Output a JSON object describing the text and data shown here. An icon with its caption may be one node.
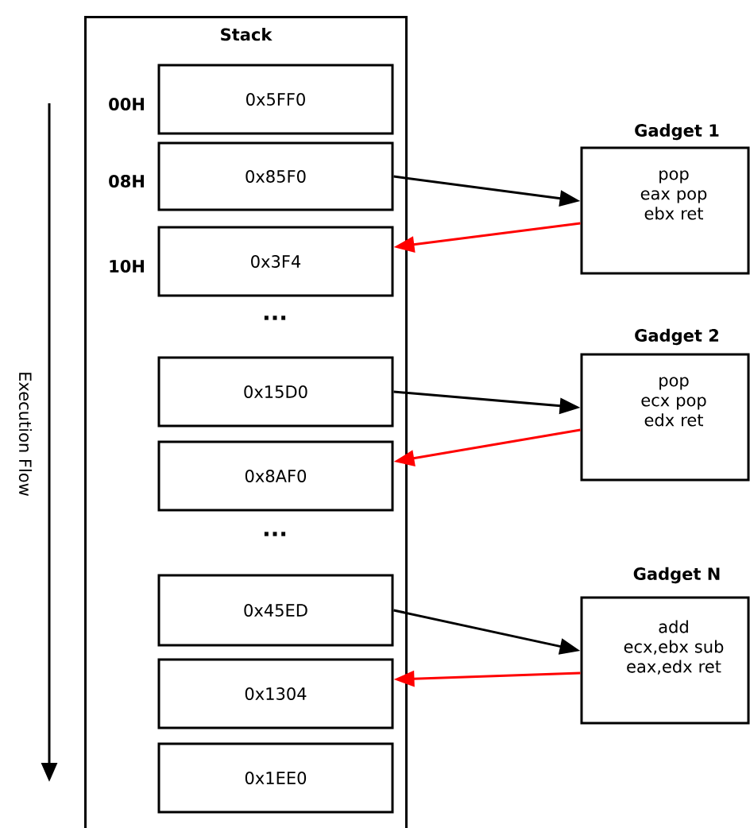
{
  "diagram": {
    "nodes": [
      {
        "text": [
          "Stack"
        ]
      },
      {
        "text": [
          "0x5FF0"
        ],
        "in": 0,
        "beside": [
          "00H"
        ]
      },
      {
        "text": [
          "0x85F0"
        ],
        "in": 0,
        "beside": [
          "08H"
        ]
      },
      {
        "text": [
          "0x3F4"
        ],
        "in": 0,
        "beside": [
          "10H"
        ]
      },
      {
        "text": [
          "0x15D0"
        ],
        "in": 0
      },
      {
        "text": [
          "0x8AF0"
        ],
        "in": 0
      },
      {
        "text": [
          "0x45ED"
        ],
        "in": 0
      },
      {
        "text": [
          "0x1304"
        ],
        "in": 0
      },
      {
        "text": [
          "0x1EE0"
        ],
        "in": 0
      },
      {
        "text": [
          "Gadget 1",
          "pop eax pop ebx ret"
        ]
      },
      {
        "text": [
          "Gadget 2",
          "pop ecx pop edx ret"
        ]
      },
      {
        "text": [
          "Gadget N",
          "add ecx,ebx sub eax,edx ret"
        ]
      }
    ],
    "edges": [
      {
        "from": 2,
        "to": 9,
        "arrow": "to"
      },
      {
        "from": 9,
        "to": 3,
        "arrow": "to",
        "color": "#ff0000"
      },
      {
        "from": 4,
        "to": 10,
        "arrow": "to"
      },
      {
        "from": 10,
        "to": 5,
        "arrow": "to",
        "color": "#ff0000"
      },
      {
        "from": 6,
        "to": 11,
        "arrow": "to"
      },
      {
        "from": 11,
        "to": 7,
        "arrow": "to",
        "color": "#ff0000"
      }
    ],
    "labels": [
      "Execution Flow",
      "...",
      "..."
    ]
  }
}
